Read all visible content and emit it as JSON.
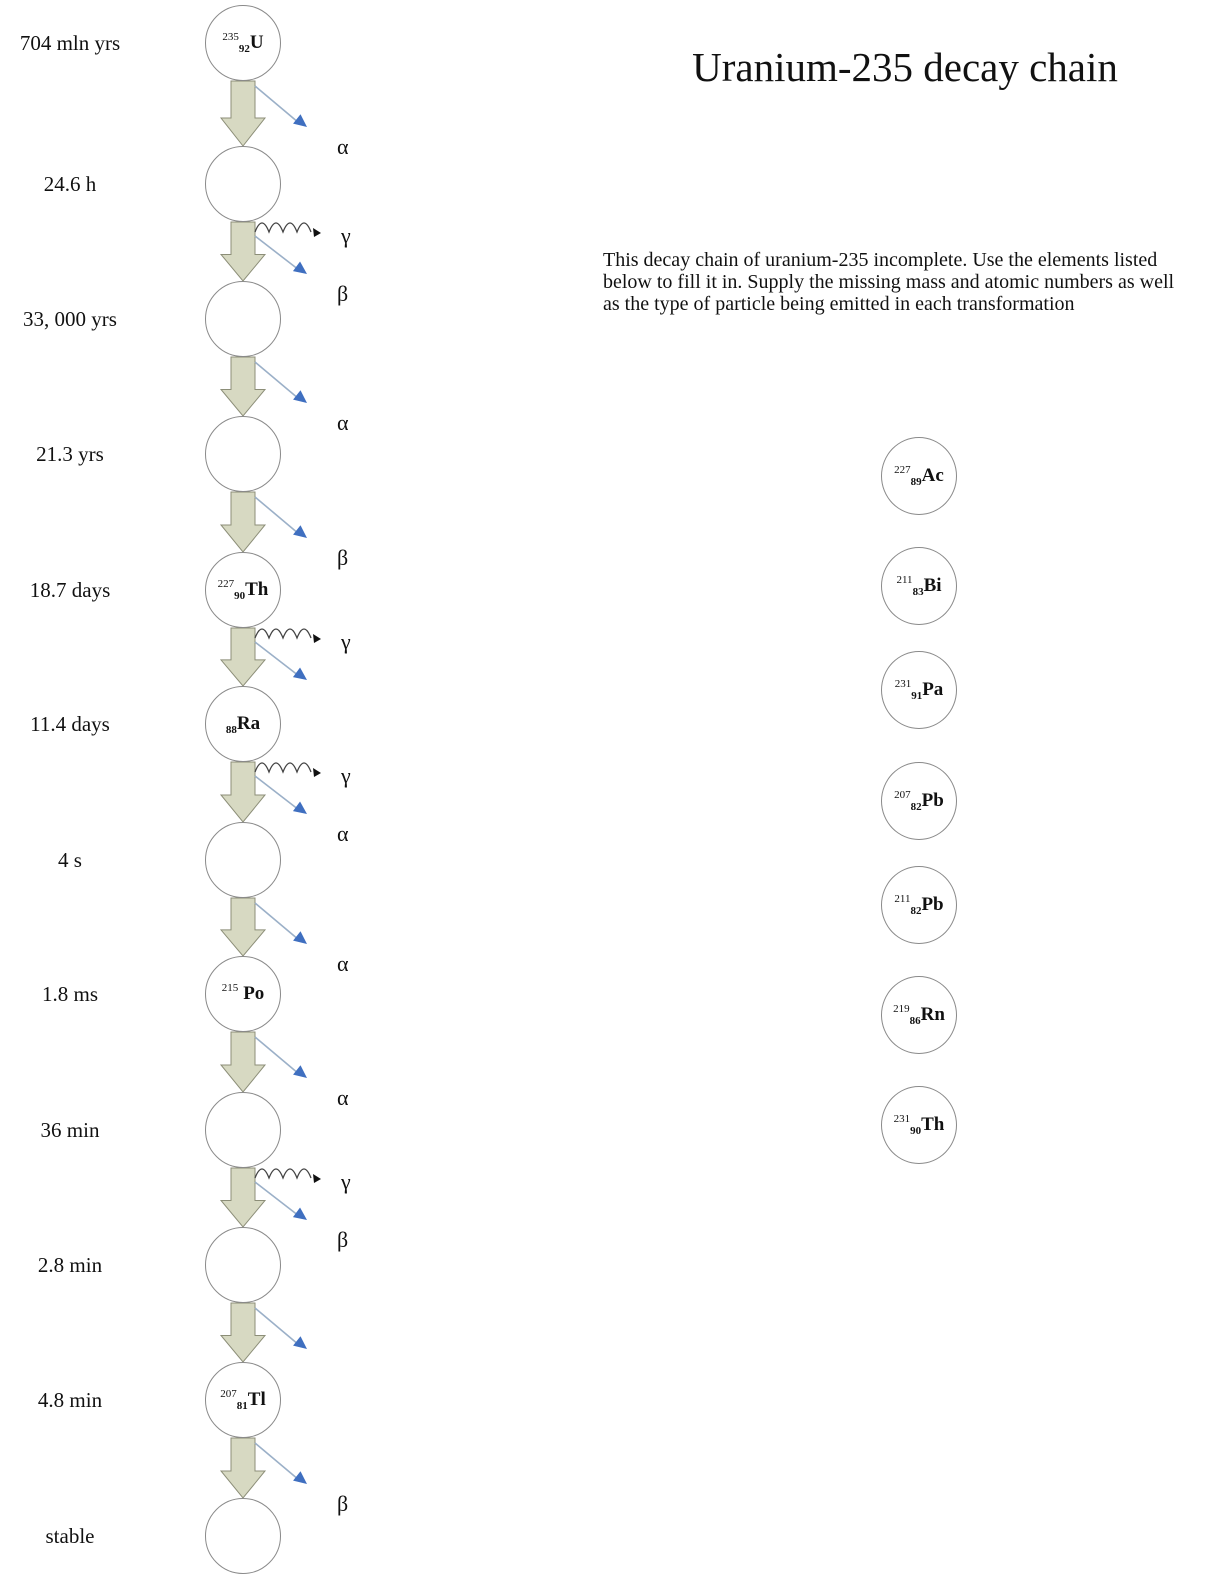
{
  "title": "Uranium-235 decay chain",
  "instructions": "This decay chain of uranium-235 incomplete. Use the elements listed below to fill it in. Supply the missing mass and atomic numbers as well as the type of particle being emitted in each transformation",
  "chain": [
    {
      "half_life": "704 mln yrs",
      "nuclide": {
        "mass": "235",
        "z": "92",
        "symbol": "U"
      }
    },
    {
      "half_life": "24.6 h",
      "nuclide": null
    },
    {
      "half_life": "33, 000 yrs",
      "nuclide": null
    },
    {
      "half_life": "21.3 yrs",
      "nuclide": null
    },
    {
      "half_life": "18.7 days",
      "nuclide": {
        "mass": "227",
        "z": "90",
        "symbol": "Th"
      }
    },
    {
      "half_life": "11.4 days",
      "nuclide": {
        "mass": "",
        "z": "88",
        "symbol": "Ra"
      }
    },
    {
      "half_life": "4 s",
      "nuclide": null
    },
    {
      "half_life": "1.8 ms",
      "nuclide": {
        "mass": "215",
        "z": "",
        "symbol": "Po"
      }
    },
    {
      "half_life": "36 min",
      "nuclide": null
    },
    {
      "half_life": "2.8 min",
      "nuclide": null
    },
    {
      "half_life": "4.8 min",
      "nuclide": {
        "mass": "207",
        "z": "81",
        "symbol": "Tl"
      }
    },
    {
      "half_life": "stable",
      "nuclide": null
    }
  ],
  "transitions": [
    {
      "gamma": false,
      "gamma_label": "",
      "particle": "α"
    },
    {
      "gamma": true,
      "gamma_label": "γ",
      "particle": "β"
    },
    {
      "gamma": false,
      "gamma_label": "",
      "particle": "α"
    },
    {
      "gamma": false,
      "gamma_label": "",
      "particle": "β"
    },
    {
      "gamma": true,
      "gamma_label": "γ",
      "particle": ""
    },
    {
      "gamma": true,
      "gamma_label": "γ",
      "particle": "α"
    },
    {
      "gamma": false,
      "gamma_label": "",
      "particle": "α"
    },
    {
      "gamma": false,
      "gamma_label": "",
      "particle": "α"
    },
    {
      "gamma": true,
      "gamma_label": "γ",
      "particle": "β"
    },
    {
      "gamma": false,
      "gamma_label": "",
      "particle": ""
    },
    {
      "gamma": false,
      "gamma_label": "",
      "particle": "β"
    }
  ],
  "options": [
    {
      "mass": "227",
      "z": "89",
      "symbol": "Ac"
    },
    {
      "mass": "211",
      "z": "83",
      "symbol": "Bi"
    },
    {
      "mass": "231",
      "z": "91",
      "symbol": "Pa"
    },
    {
      "mass": "207",
      "z": "82",
      "symbol": "Pb"
    },
    {
      "mass": "211",
      "z": "82",
      "symbol": "Pb"
    },
    {
      "mass": "219",
      "z": "86",
      "symbol": "Rn"
    },
    {
      "mass": "231",
      "z": "90",
      "symbol": "Th"
    }
  ],
  "colors": {
    "arrow_fill": "#d7d9c2",
    "arrow_stroke": "#8c8e78",
    "emission_line": "#9bb0c8",
    "emission_head": "#3f6fc0",
    "node_border": "#8a8a8a"
  }
}
